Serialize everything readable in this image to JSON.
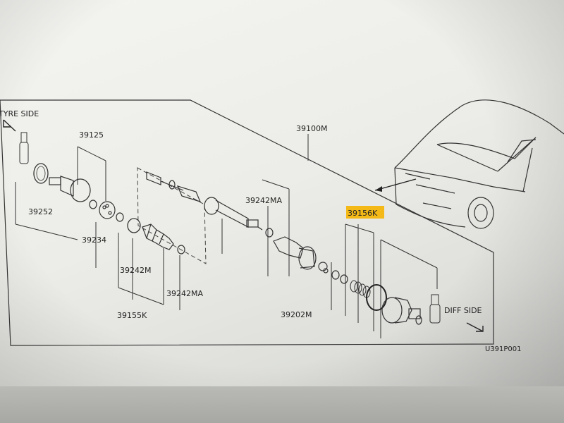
{
  "diagram": {
    "labels": {
      "tyre_side": "TYRE SIDE",
      "diff_side": "DIFF SIDE",
      "assembly": "39100M",
      "p39125": "39125",
      "p39252": "39252",
      "p39234": "39234",
      "p39242m": "39242M",
      "p39242ma_lower": "39242MA",
      "p39242ma_upper": "39242MA",
      "p39155k": "39155K",
      "p39156k": "39156K",
      "p39202m": "39202M",
      "figure_code": "U391P001"
    },
    "highlight_color": "#f5b400"
  }
}
